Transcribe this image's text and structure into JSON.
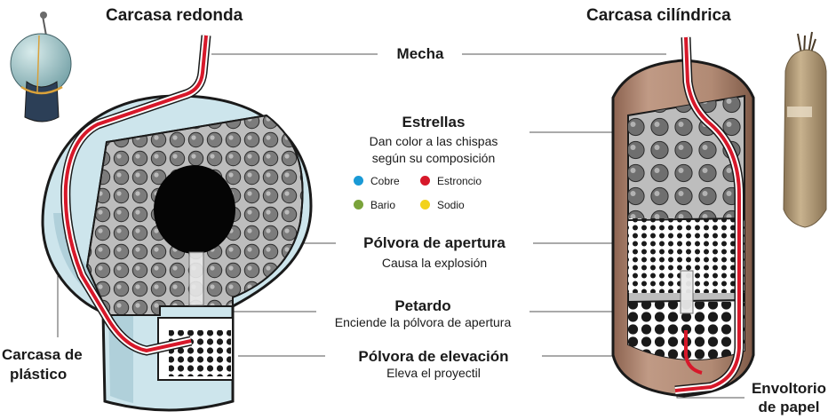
{
  "titles": {
    "round": "Carcasa redonda",
    "cylindrical": "Carcasa cilíndrica"
  },
  "labels": {
    "fuse": "Mecha",
    "stars_title": "Estrellas",
    "stars_desc_1": "Dan color a las chispas",
    "stars_desc_2": "según su composición",
    "burst_title": "Pólvora de apertura",
    "burst_desc": "Causa la explosión",
    "petard_title": "Petardo",
    "petard_desc": "Enciende la pólvora de apertura",
    "lift_title": "Pólvora de elevación",
    "lift_desc": "Eleva el proyectil",
    "plastic_1": "Carcasa de",
    "plastic_2": "plástico",
    "paper_1": "Envoltorio",
    "paper_2": "de papel"
  },
  "legend": [
    {
      "label": "Cobre",
      "color": "#1a9ad6"
    },
    {
      "label": "Estroncio",
      "color": "#d7182a"
    },
    {
      "label": "Bario",
      "color": "#7aa33b"
    },
    {
      "label": "Sodio",
      "color": "#f2d21b"
    }
  ],
  "colors": {
    "shell_blue": "#cde5ec",
    "shell_brown": "#b89079",
    "fuse_red": "#d7182a",
    "interior_gray": "#bdbdbd",
    "star_gray": "#7f7f7f"
  }
}
